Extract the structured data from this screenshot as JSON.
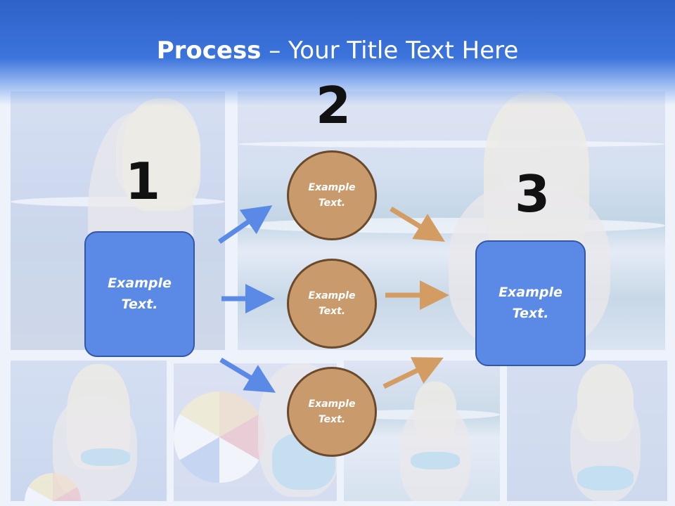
{
  "slide": {
    "title_bold": "Process",
    "title_rest": " – Your Title Text Here"
  },
  "steps": {
    "one": "1",
    "two": "2",
    "three": "3"
  },
  "left_box": {
    "text_line1": "Example",
    "text_line2": "Text."
  },
  "circles": [
    {
      "line1": "Example",
      "line2": "Text."
    },
    {
      "line1": "Example",
      "line2": "Text."
    },
    {
      "line1": "Example",
      "line2": "Text."
    }
  ],
  "right_box": {
    "text_line1": "Example",
    "text_line2": "Text."
  },
  "colors": {
    "header_blue": "#3c74dc",
    "box_blue": "#5b8ae6",
    "circle_tan": "#c99b6c",
    "arrow_blue": "#5b8ae6",
    "arrow_tan": "#d39c63"
  }
}
